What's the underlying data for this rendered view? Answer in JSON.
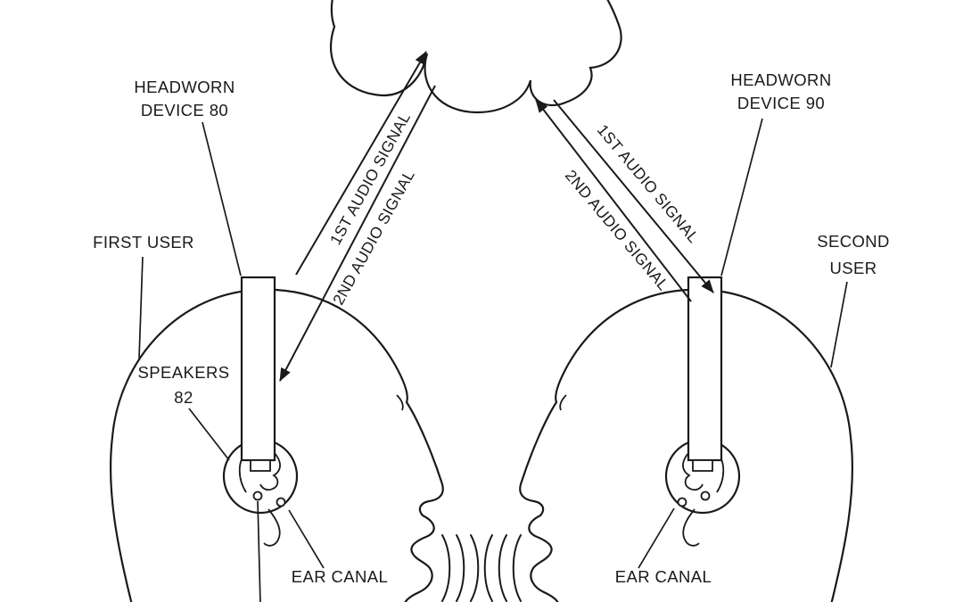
{
  "colors": {
    "ink": "#1a1a1a",
    "background": "#ffffff"
  },
  "figure": {
    "devices": {
      "left": {
        "line1": "HEADWORN",
        "line2": "DEVICE 80"
      },
      "right": {
        "line1": "HEADWORN",
        "line2": "DEVICE 90"
      }
    },
    "users": {
      "left": {
        "label": "FIRST USER"
      },
      "right": {
        "line1": "SECOND",
        "line2": "USER"
      }
    },
    "speakers": {
      "line1": "SPEAKERS",
      "line2": "82"
    },
    "ear_canal": {
      "left": "EAR CANAL",
      "right": "EAR CANAL"
    },
    "signals": {
      "left_to_cloud": "1ST AUDIO SIGNAL",
      "cloud_to_left": "2ND AUDIO SIGNAL",
      "cloud_to_right": "1ST AUDIO SIGNAL",
      "right_to_cloud": "2ND AUDIO SIGNAL"
    }
  }
}
